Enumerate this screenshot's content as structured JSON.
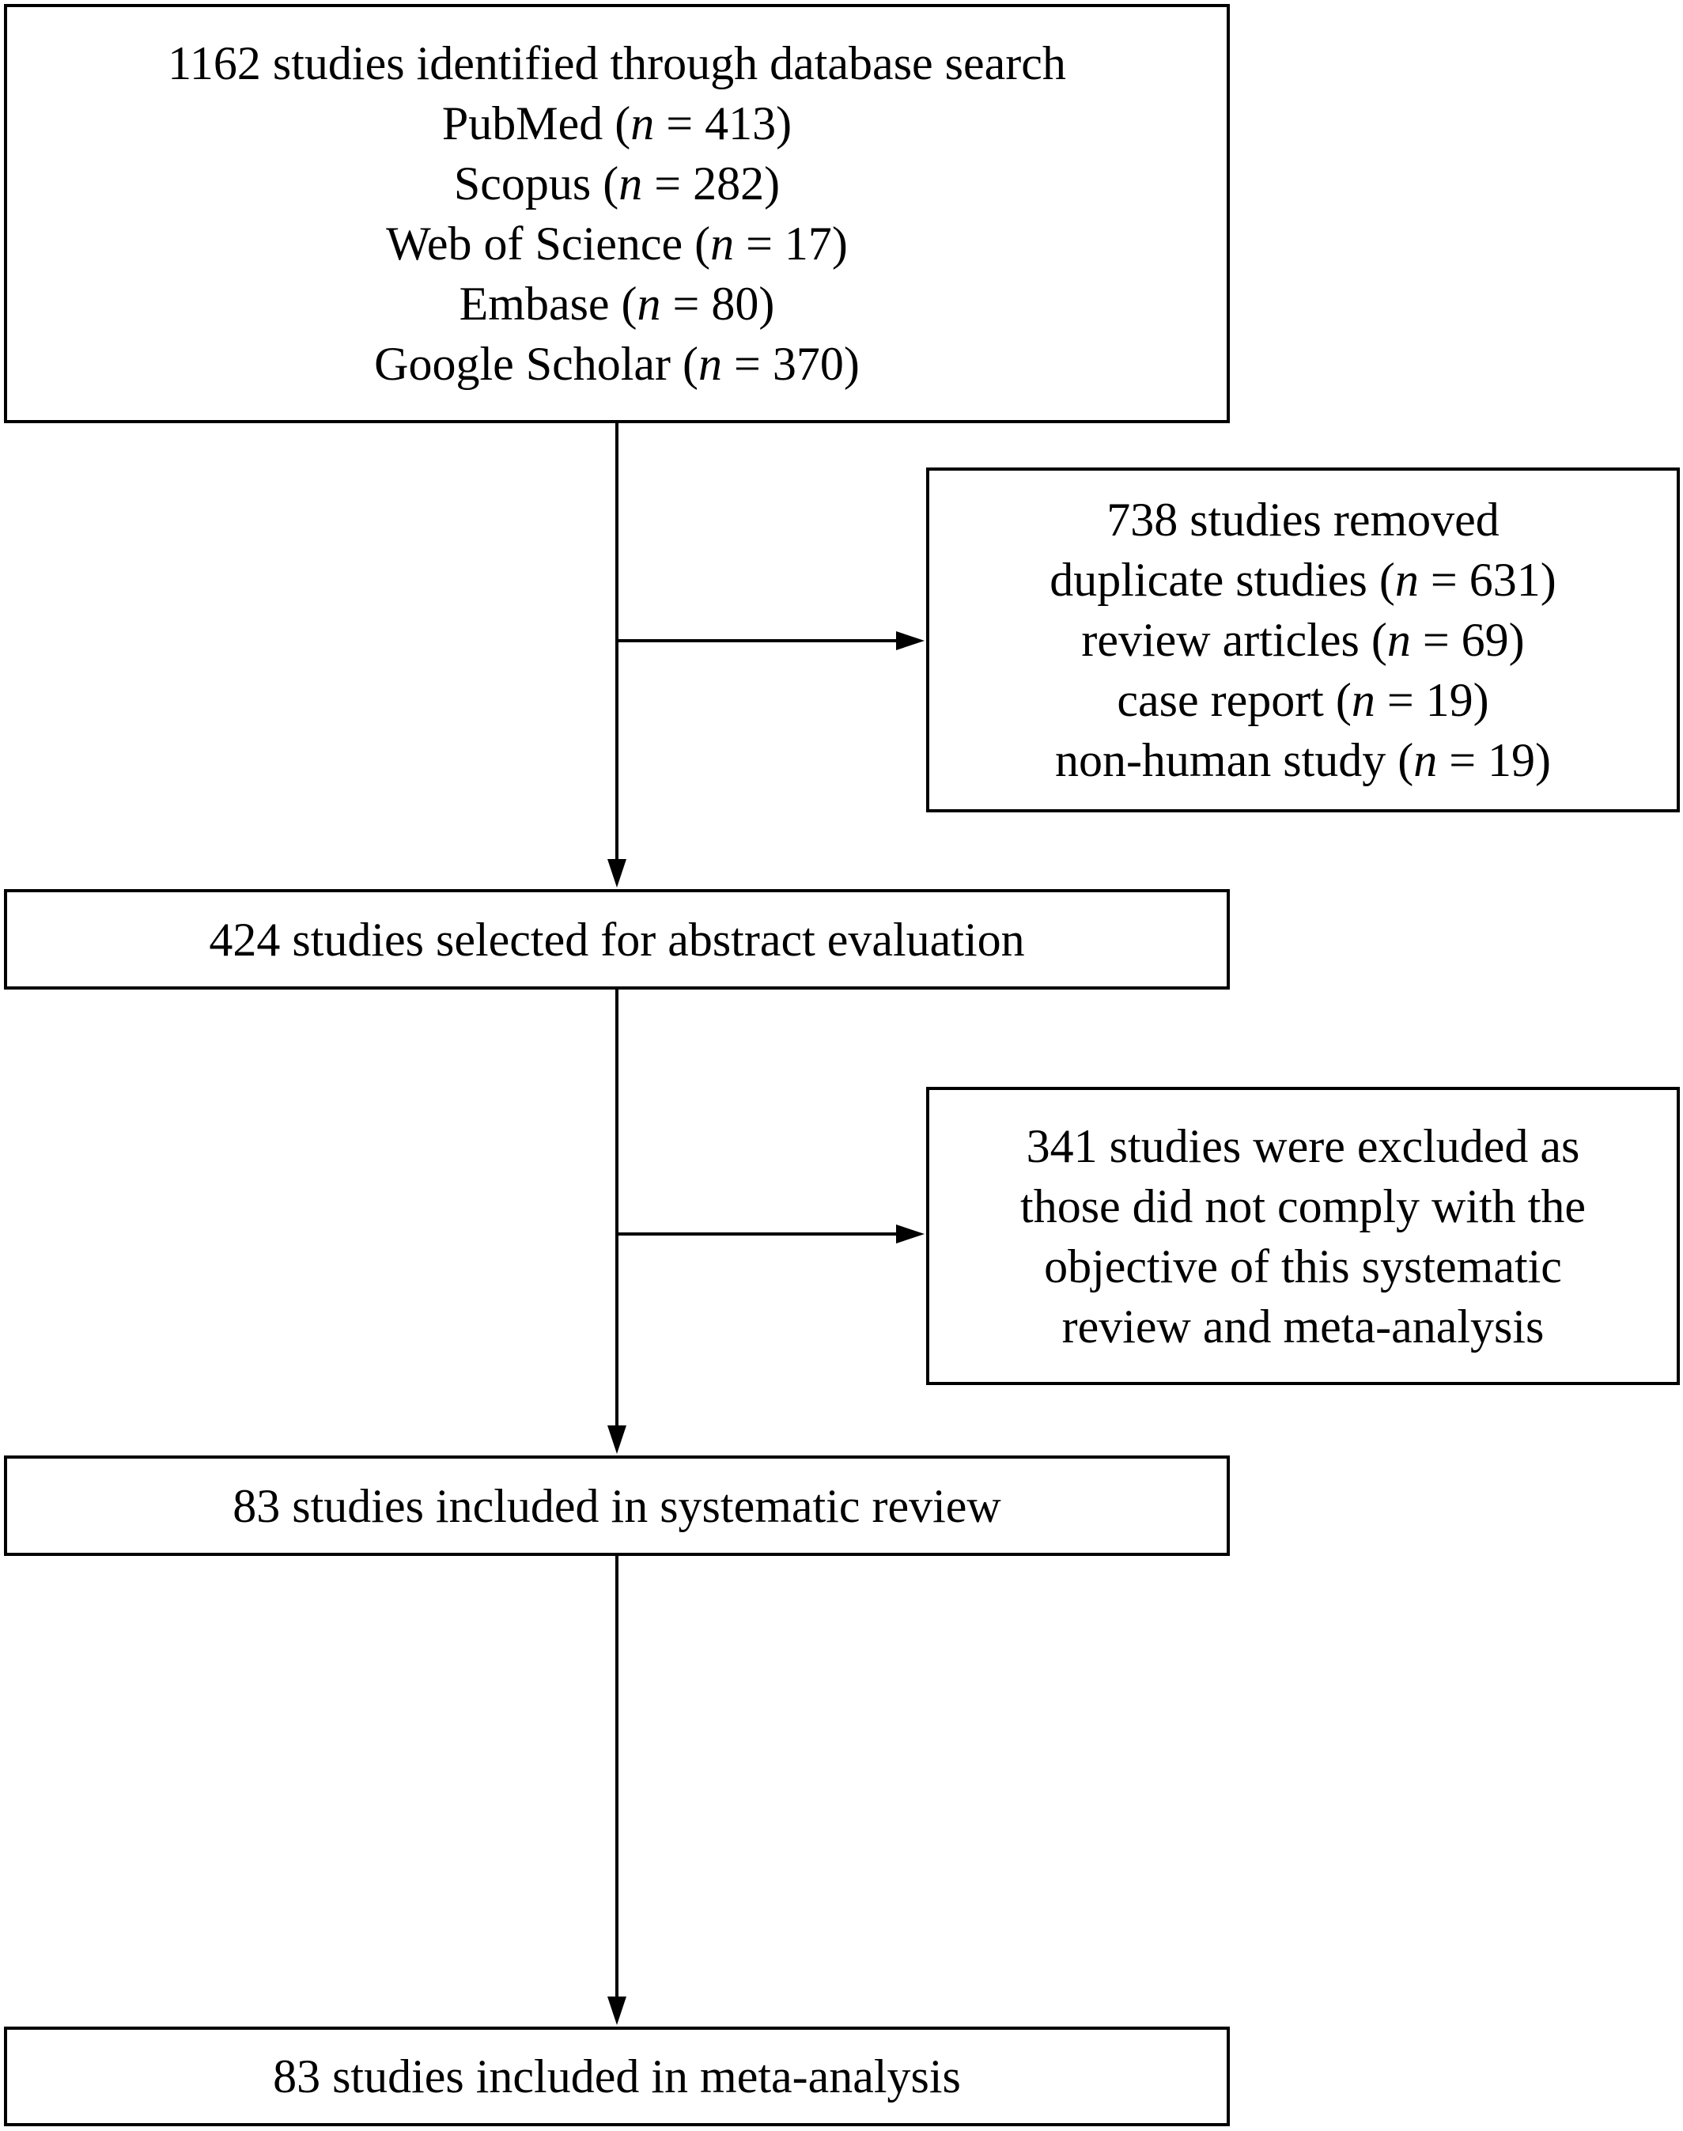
{
  "identified": {
    "heading": "1162 studies identified through database search",
    "sources": [
      {
        "label": "PubMed (",
        "nvar": "n",
        "eq": " = 413)"
      },
      {
        "label": "Scopus (",
        "nvar": "n",
        "eq": " = 282)"
      },
      {
        "label": "Web of Science (",
        "nvar": "n",
        "eq": " = 17)"
      },
      {
        "label": "Embase (",
        "nvar": "n",
        "eq": " = 80)"
      },
      {
        "label": "Google Scholar (",
        "nvar": "n",
        "eq": " = 370)"
      }
    ]
  },
  "removed": {
    "heading": "738 studies removed",
    "reasons": [
      {
        "label": "duplicate studies (",
        "nvar": "n",
        "eq": " = 631)"
      },
      {
        "label": "review articles (",
        "nvar": "n",
        "eq": " = 69)"
      },
      {
        "label": "case report (",
        "nvar": "n",
        "eq": " = 19)"
      },
      {
        "label": "non-human study (",
        "nvar": "n",
        "eq": " = 19)"
      }
    ]
  },
  "abstract_evaluation": {
    "text": "424 studies selected for abstract evaluation"
  },
  "excluded": {
    "lines": [
      "341 studies were excluded as",
      "those did not comply with the",
      "objective of this systematic",
      "review and meta-analysis"
    ]
  },
  "systematic_review": {
    "text": "83 studies included in systematic review"
  },
  "meta_analysis": {
    "text": "83 studies included in meta-analysis"
  },
  "colors": {
    "stroke": "#000000",
    "background": "#ffffff"
  }
}
